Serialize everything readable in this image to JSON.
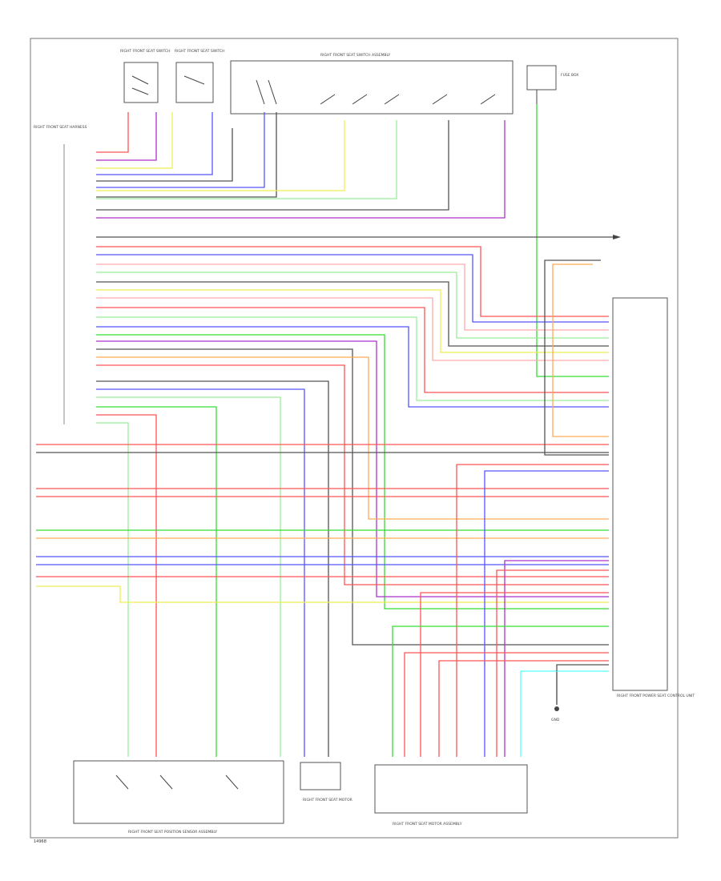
{
  "legend_colors": {
    "red": "#ff5555",
    "light_red": "#ffaaaa",
    "green": "#33dd33",
    "light_green": "#99ee99",
    "yellow": "#eeee55",
    "blue": "#5555ff",
    "purple": "#aa33cc",
    "orange": "#ffaa55",
    "gray": "#555555",
    "cyan": "#55ffff",
    "black": "#222222"
  },
  "components": {
    "top_left_switch_a": "RIGHT FRONT SEAT SWITCH",
    "top_left_switch_b": "RIGHT FRONT SEAT SWITCH",
    "top_switch_assembly": "RIGHT FRONT SEAT SWITCH ASSEMBLY",
    "top_right_conn": "FUSE BOX",
    "left_connector": "RIGHT FRONT SEAT HARNESS",
    "right_module": "RIGHT FRONT POWER SEAT CONTROL UNIT",
    "bottom_left_sensor": "RIGHT FRONT SEAT POSITION SENSOR ASSEMBLY",
    "bottom_mid_motor": "RIGHT FRONT SEAT MOTOR",
    "bottom_right_motor": "RIGHT FRONT SEAT MOTOR ASSEMBLY",
    "ground_right": "GND"
  },
  "footer_tag": "14968"
}
